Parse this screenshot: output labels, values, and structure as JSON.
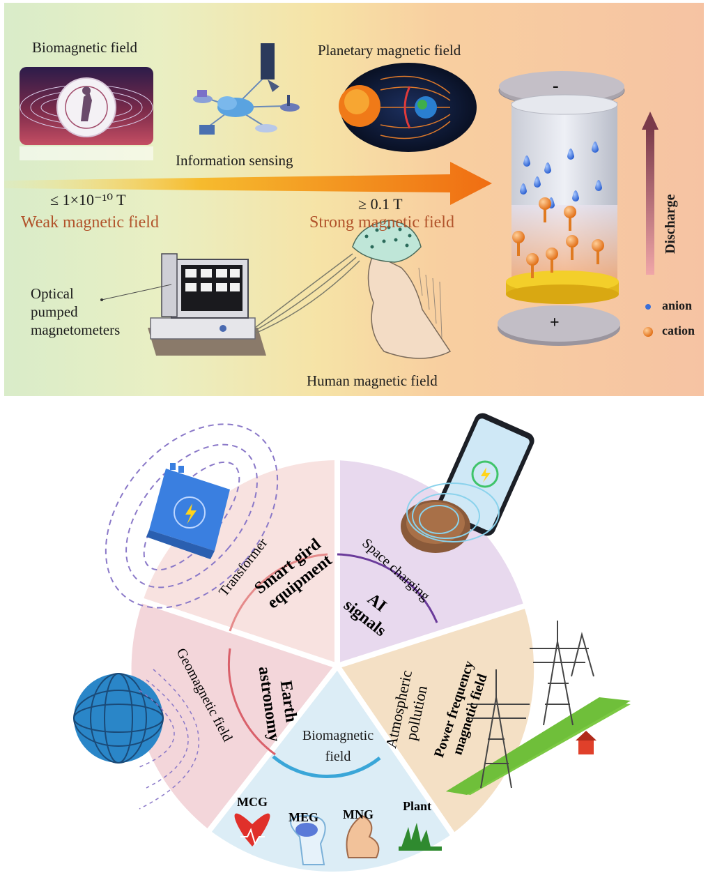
{
  "top": {
    "biomagnetic_field": "Biomagnetic field",
    "planetary_magnetic_field": "Planetary magnetic field",
    "information_sensing": "Information sensing",
    "weak_threshold": "≤ 1×10⁻¹⁰ T",
    "weak_label": "Weak magnetic field",
    "strong_threshold": "≥ 0.1 T",
    "strong_label": "Strong magnetic field",
    "optical_pumped_magnetometers": [
      "Optical",
      "pumped",
      "magnetometers"
    ],
    "human_magnetic_field": "Human magnetic field",
    "battery": {
      "minus": "-",
      "plus": "+",
      "discharge": "Discharge",
      "legend": [
        {
          "label": "anion",
          "color": "#3a6fd8"
        },
        {
          "label": "cation",
          "color": "#ef7d1a"
        }
      ]
    }
  },
  "wheel": {
    "center": [
      "Biomagnetic",
      "field"
    ],
    "sectors": [
      {
        "key": "smart_grid",
        "title": [
          "Smart gird",
          "equipment"
        ],
        "item": "Transformer",
        "color": "#f8e0de"
      },
      {
        "key": "ai",
        "title": [
          "AI",
          "signals"
        ],
        "item": "Space charging",
        "color": "#e7d8ec"
      },
      {
        "key": "atmos",
        "title": [
          "Atmospheric",
          "pollution"
        ],
        "item": [
          "Power frequency",
          "magnetic field"
        ],
        "color": "#f3dfc2"
      },
      {
        "key": "earth",
        "title": [
          "Earth",
          "astronomy"
        ],
        "item": "Geomagnetic field",
        "color": "#f1d2d6"
      }
    ],
    "bio_items": [
      "MCG",
      "MEG",
      "MNG",
      "Plant"
    ]
  },
  "colors": {
    "arrow": "#f06d12",
    "green": "#7bc943",
    "blue": "#2b86c8"
  }
}
